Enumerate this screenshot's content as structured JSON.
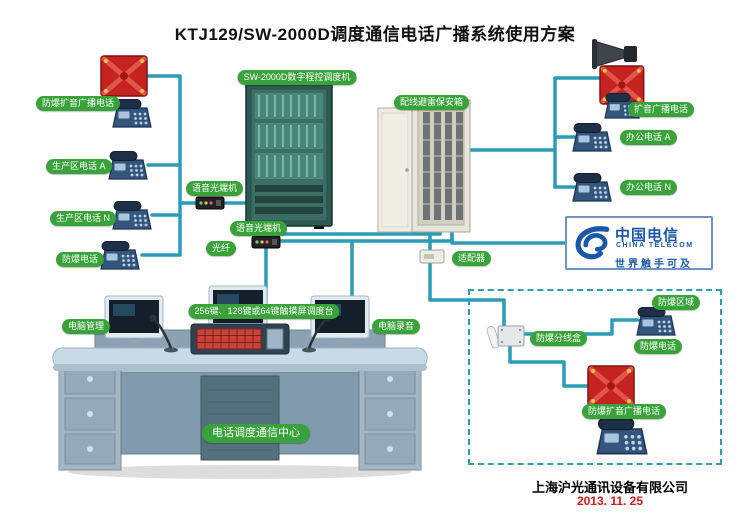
{
  "title": "KTJ129/SW-2000D调度通信电话广播系统使用方案",
  "labels": {
    "ex_amp_broadcast_phone": "防爆扩音广播电话",
    "prod_phone_a": "生产区电话 A",
    "prod_phone_n": "生产区电话 N",
    "ex_phone": "防爆电话",
    "dispatcher": "SW-2000D数字程控调度机",
    "voice_optical": "语音光端机",
    "fiber": "光纤",
    "distribution_box": "配线避雷保安箱",
    "amp_broadcast_phone": "扩音广播电话",
    "office_phone_a": "办公电话 A",
    "office_phone_n": "办公电话 N",
    "adapter": "适配器",
    "ex_zone": "防爆区域",
    "ex_junction_box": "防爆分线盒",
    "console_desk": "256键、128键或64键触摸屏调度台",
    "pc_manage": "电脑管理",
    "pc_record": "电脑录音",
    "dispatch_center": "电话调度通信中心"
  },
  "telecom": {
    "name_cn": "中国电信",
    "name_en": "CHINA TELECOM",
    "slogan": "世界触手可及"
  },
  "footer": {
    "company": "上海沪光通讯设备有限公司",
    "date": "2013. 11. 25"
  },
  "icons": {
    "phone": "desk-phone",
    "explosion_box": "explosion-proof-box",
    "horn": "horn-speaker",
    "optical_terminal": "voice-optical-terminal",
    "adapter": "adapter-box",
    "junction": "junction-box",
    "monitor": "monitor",
    "handset": "handset"
  },
  "colors": {
    "connection_line": "#2b9cb5",
    "label_green": "#3aa23a",
    "explosion_box_red": "#c5231f",
    "telecom_blue": "#1a57a8"
  }
}
